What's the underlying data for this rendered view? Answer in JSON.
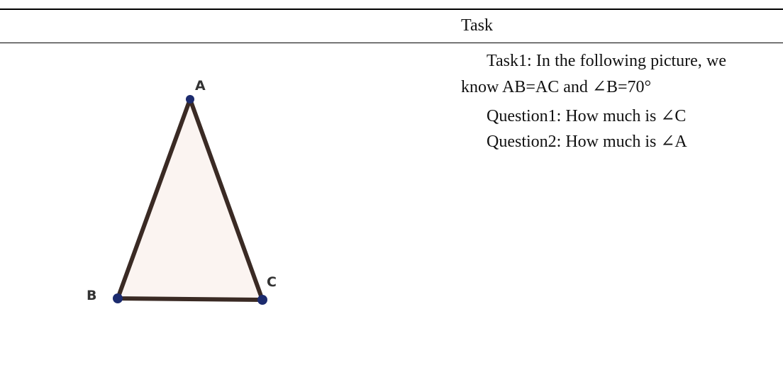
{
  "header": {
    "label": "Task"
  },
  "figure": {
    "vertices": {
      "a": "A",
      "b": "B",
      "c": "C"
    },
    "colors": {
      "fill": "#fbf4f1",
      "stroke": "#3a2a24",
      "point": "#1c2b6e"
    }
  },
  "task": {
    "paragraph": "Task1: In the following picture, we know AB=AC and ∠B=70°",
    "questions": [
      "Question1: How much is ∠C",
      "Question2: How much is ∠A"
    ]
  }
}
